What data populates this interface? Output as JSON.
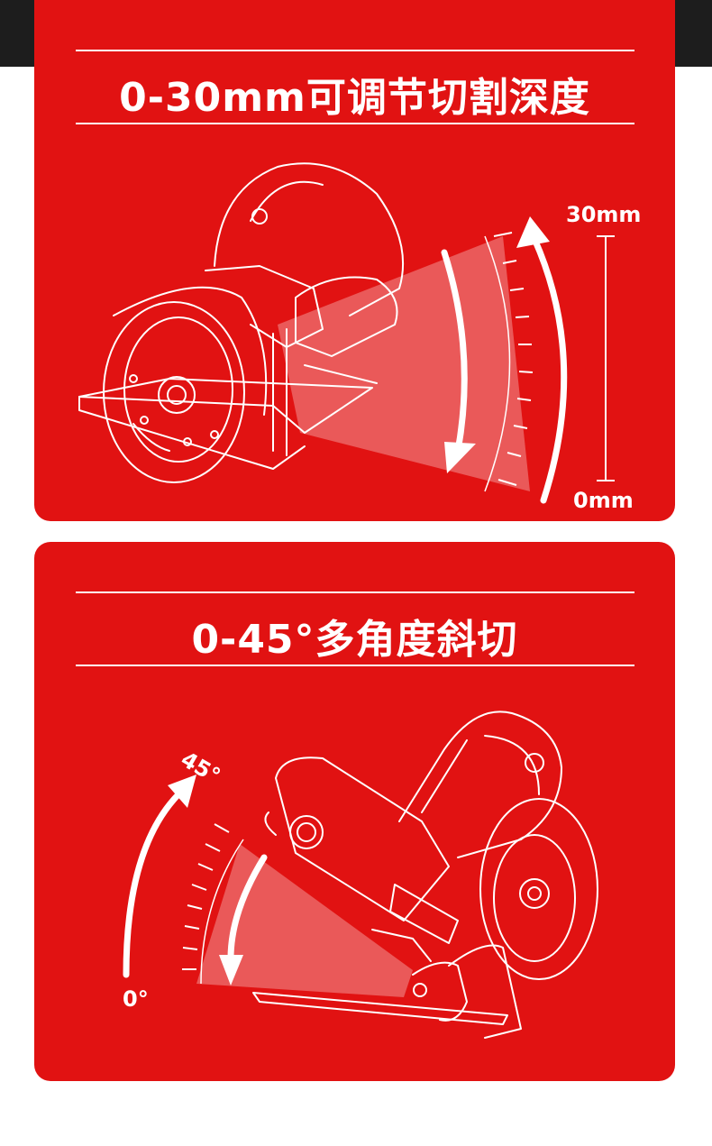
{
  "depth_panel": {
    "title": "0-30mm可调节切割深度",
    "scale_top_label": "30mm",
    "scale_bottom_label": "0mm"
  },
  "bevel_panel": {
    "title": "0-45°多角度斜切",
    "angle_top_label": "45°",
    "angle_bottom_label": "0°"
  },
  "colors": {
    "panel_red": "#e11212",
    "line_white": "#ffffff",
    "top_strip": "#1d1d1d"
  }
}
